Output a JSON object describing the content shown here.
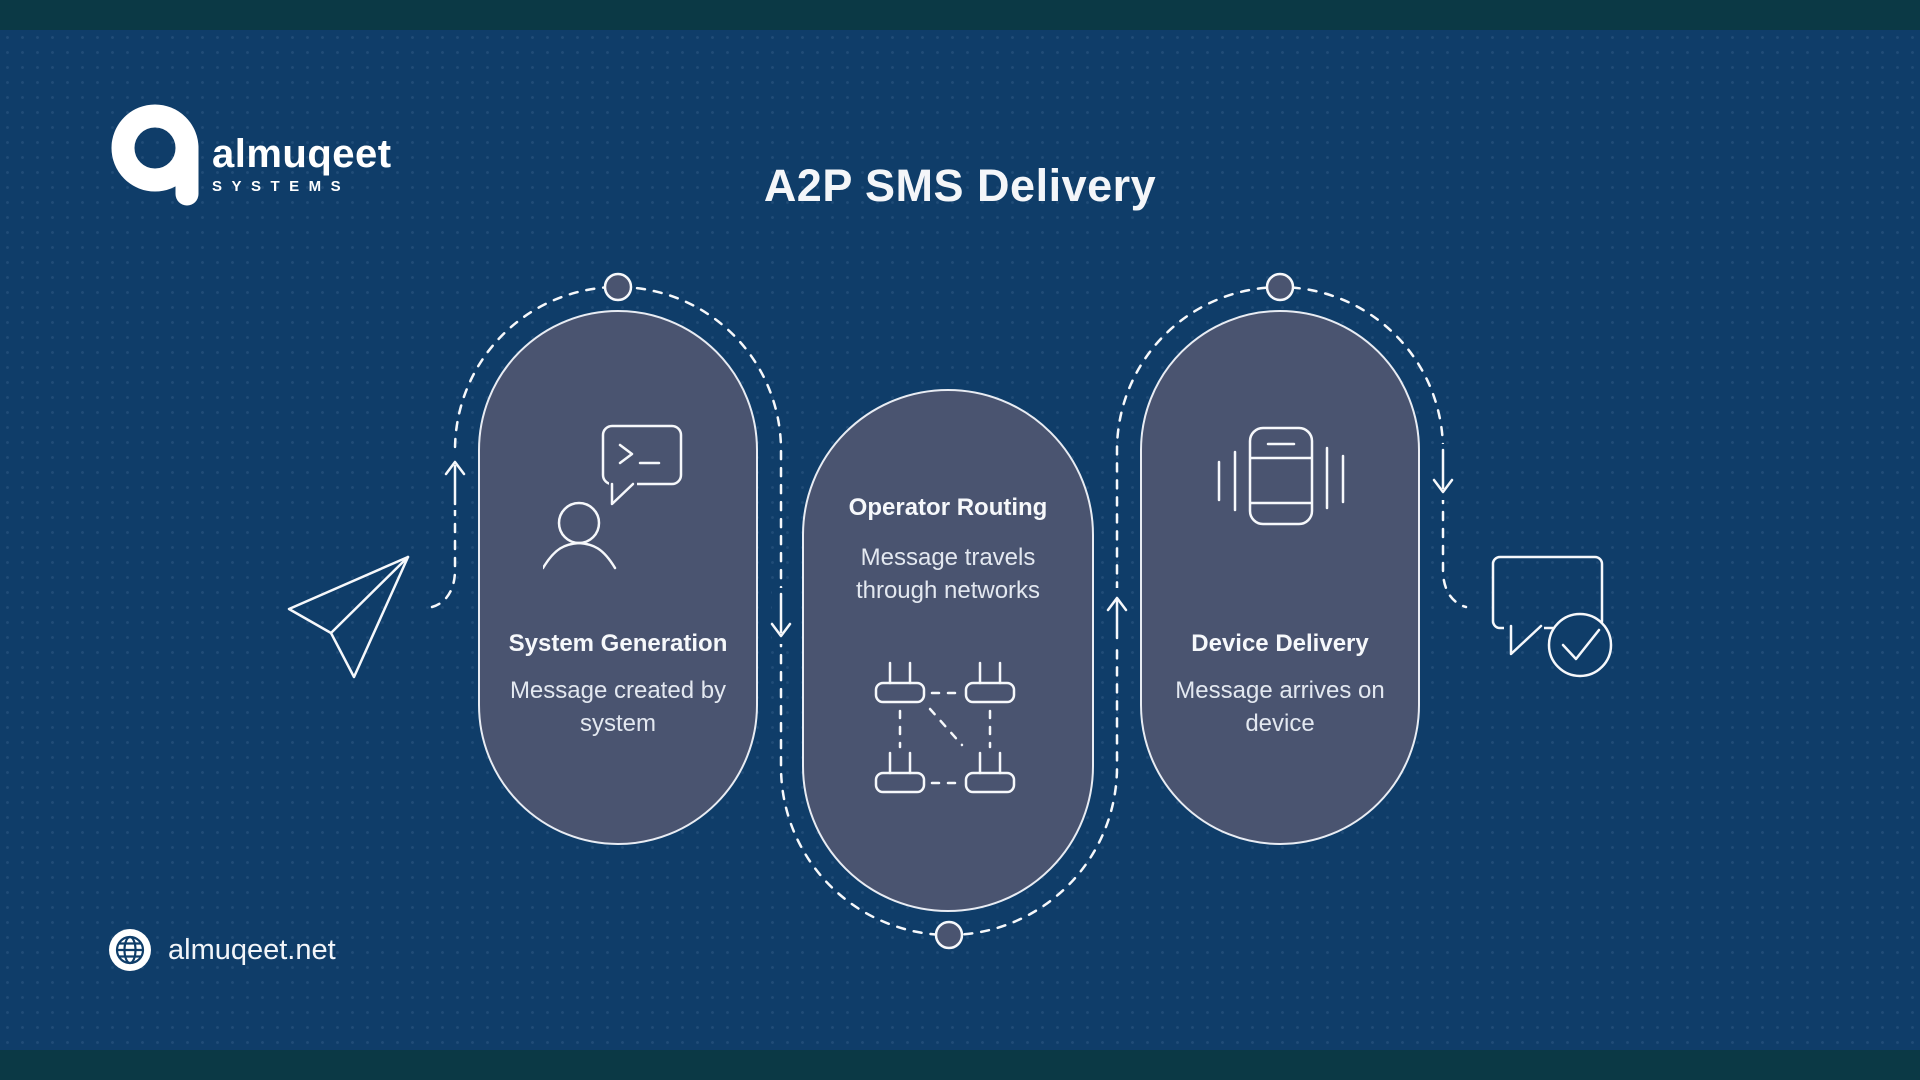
{
  "colors": {
    "background": "#0F3D69",
    "card_fill": "#4A5470",
    "line_stroke": "#FFFFFF",
    "edge_bar": "#0B3945"
  },
  "brand": {
    "name": "almuqeet",
    "tagline": "SYSTEMS",
    "glyph_icon": "almuqeet-a-icon"
  },
  "header": {
    "title": "A2P SMS Delivery"
  },
  "stages": [
    {
      "title": "System Generation",
      "description": "Message created by system",
      "icon": "person-terminal-chat-icon"
    },
    {
      "title": "Operator Routing",
      "description": "Message travels through networks",
      "icon": "network-routers-icon"
    },
    {
      "title": "Device Delivery",
      "description": "Message arrives on device",
      "icon": "vibrating-phone-icon"
    }
  ],
  "flow": {
    "start_icon": "paper-plane-icon",
    "end_icon": "message-delivered-check-icon",
    "node_count": 3,
    "arrow_directions": [
      "up",
      "down",
      "up",
      "down"
    ]
  },
  "footer": {
    "icon": "globe-icon",
    "website": "almuqeet.net"
  }
}
